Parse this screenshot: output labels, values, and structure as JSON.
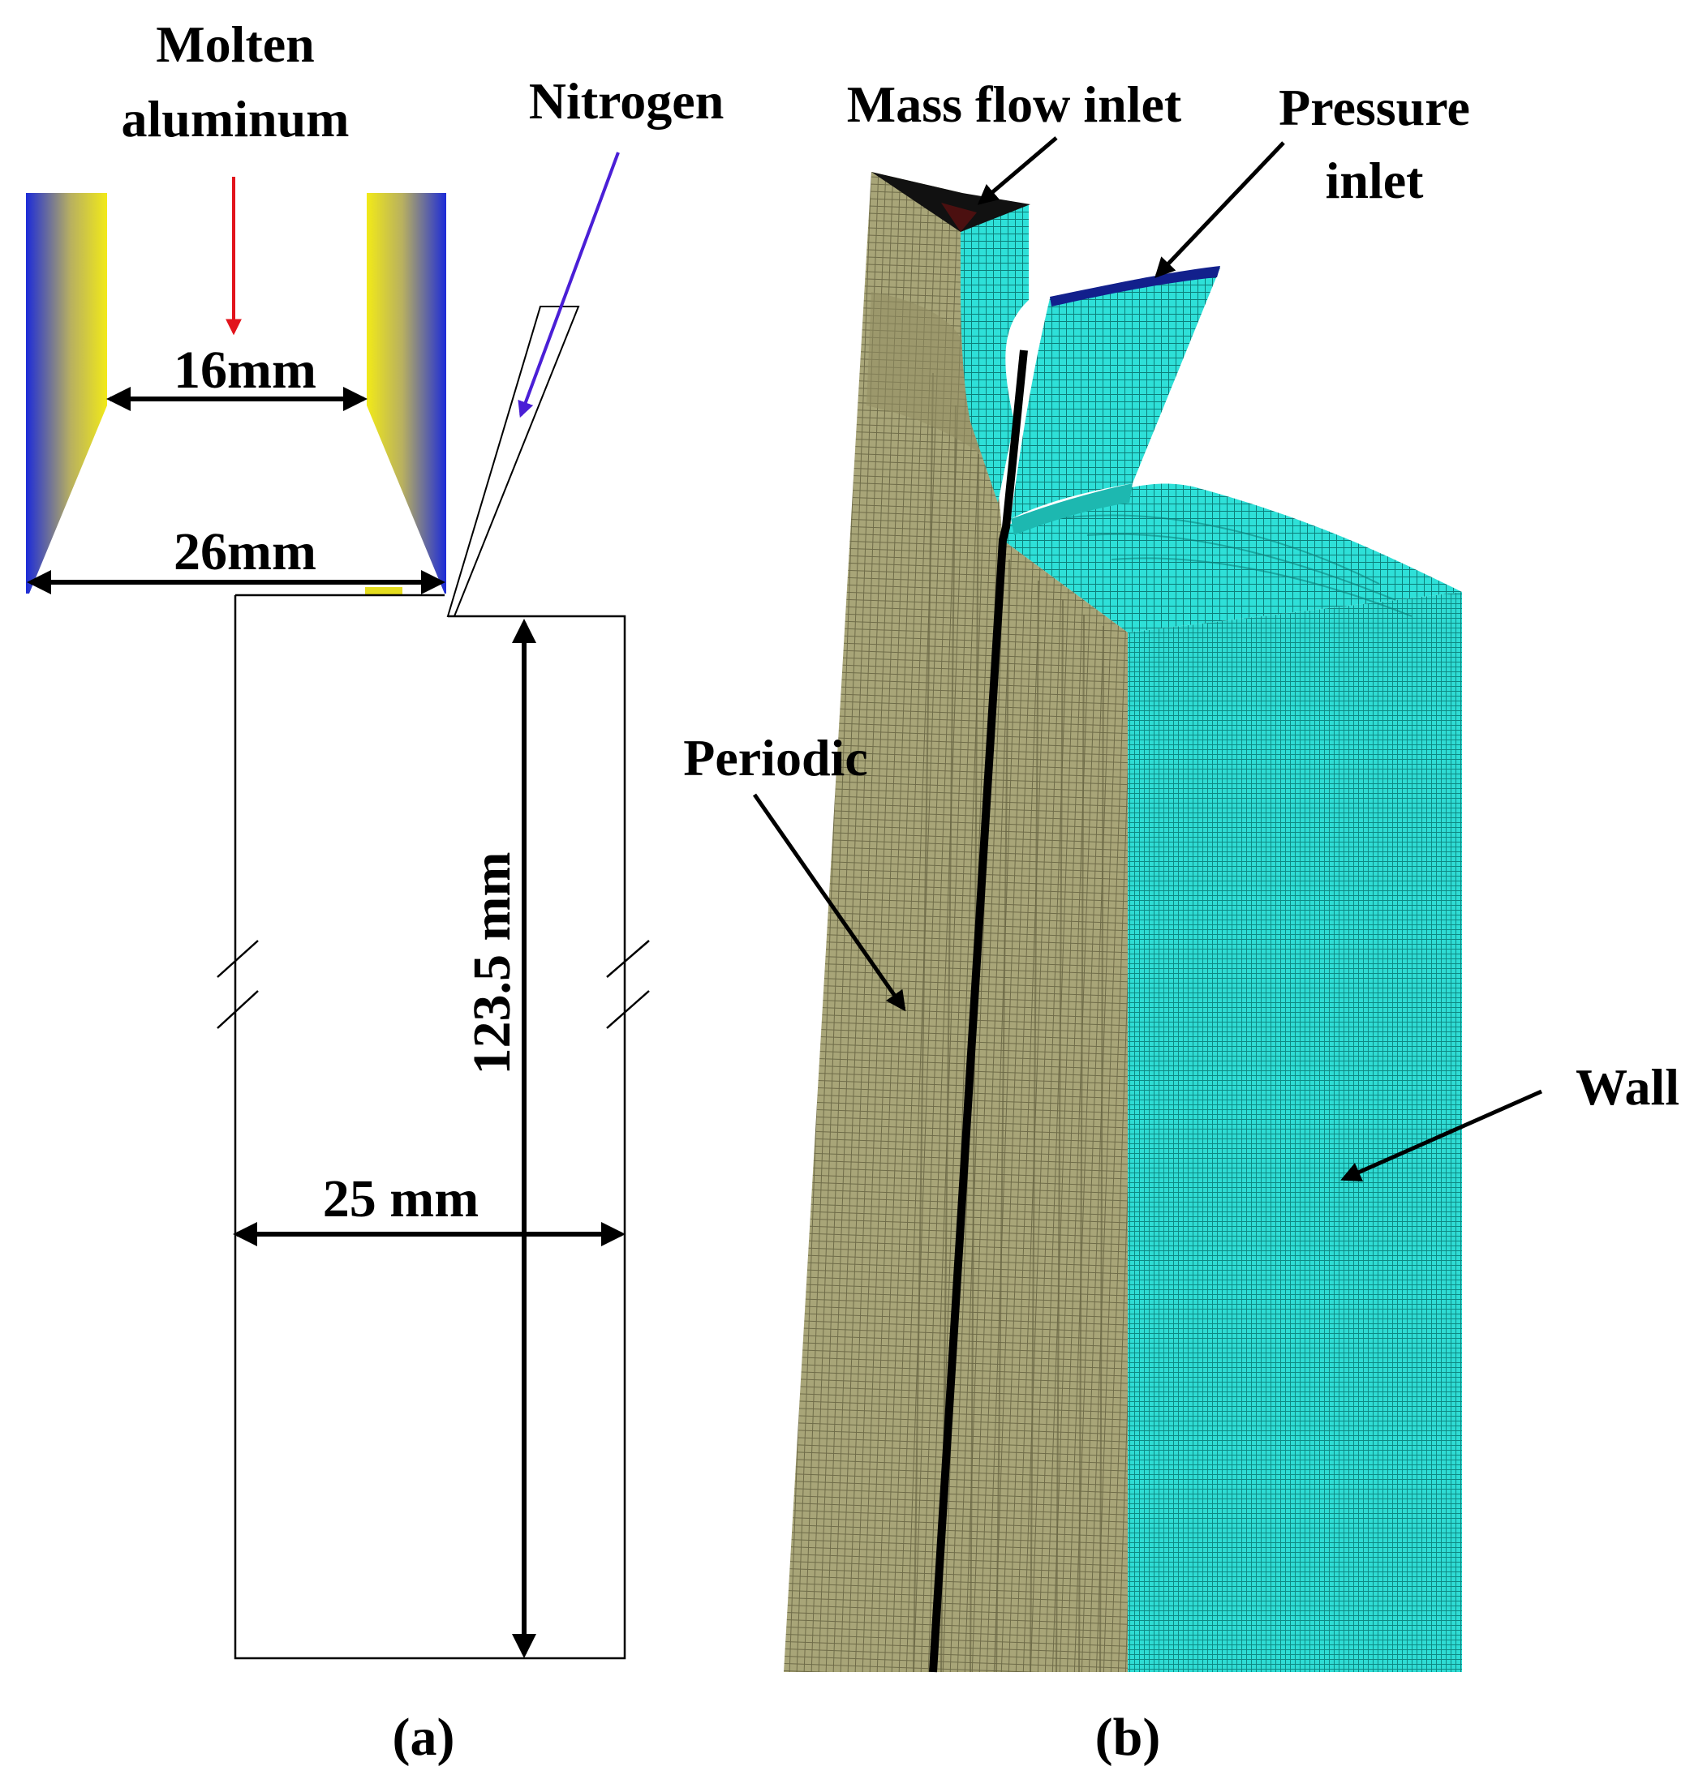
{
  "panel_a": {
    "caption": "(a)",
    "labels": {
      "molten_line1": "Molten",
      "molten_line2": "aluminum",
      "nitrogen": "Nitrogen"
    },
    "dimensions": {
      "throat_width": "16mm",
      "outlet_width": "26mm",
      "chamber_height": "123.5 mm",
      "chamber_width": "25 mm"
    }
  },
  "panel_b": {
    "caption": "(b)",
    "labels": {
      "mass_flow_inlet": "Mass flow inlet",
      "pressure_line1": "Pressure",
      "pressure_line2": "inlet",
      "periodic": "Periodic",
      "wall": "Wall"
    }
  },
  "colors": {
    "nozzle_inner": "#f2ea18",
    "nozzle_outer": "#1c2bd8",
    "melt_arrow": "#e2141c",
    "gas_arrow": "#4a1fd6",
    "mesh_surface": "#2ee0d8",
    "periodic_surface": "#a8a578",
    "inlet_band": "#12208c",
    "annotation_arrow": "#000000"
  }
}
